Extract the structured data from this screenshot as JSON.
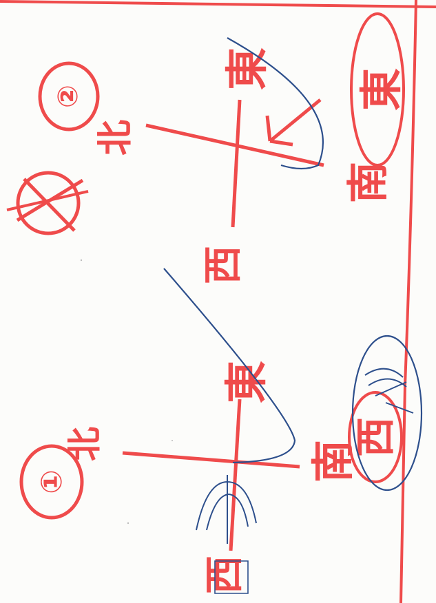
{
  "colors": {
    "red_marker": "#ef4b4b",
    "blue_pen": "#2d4f8c",
    "paper": "#fcfcfa"
  },
  "icons": [
    "crossed-out-circle-icon",
    "circled-number-icon",
    "curved-arrow-icon"
  ],
  "diagram_1": {
    "number": "①",
    "north": "北",
    "east": "東",
    "west": "西",
    "south": "南",
    "south_annotation": "西"
  },
  "diagram_2": {
    "number": "②",
    "north": "北",
    "east": "東",
    "west": "西",
    "south": "南",
    "south_annotation": "東"
  }
}
